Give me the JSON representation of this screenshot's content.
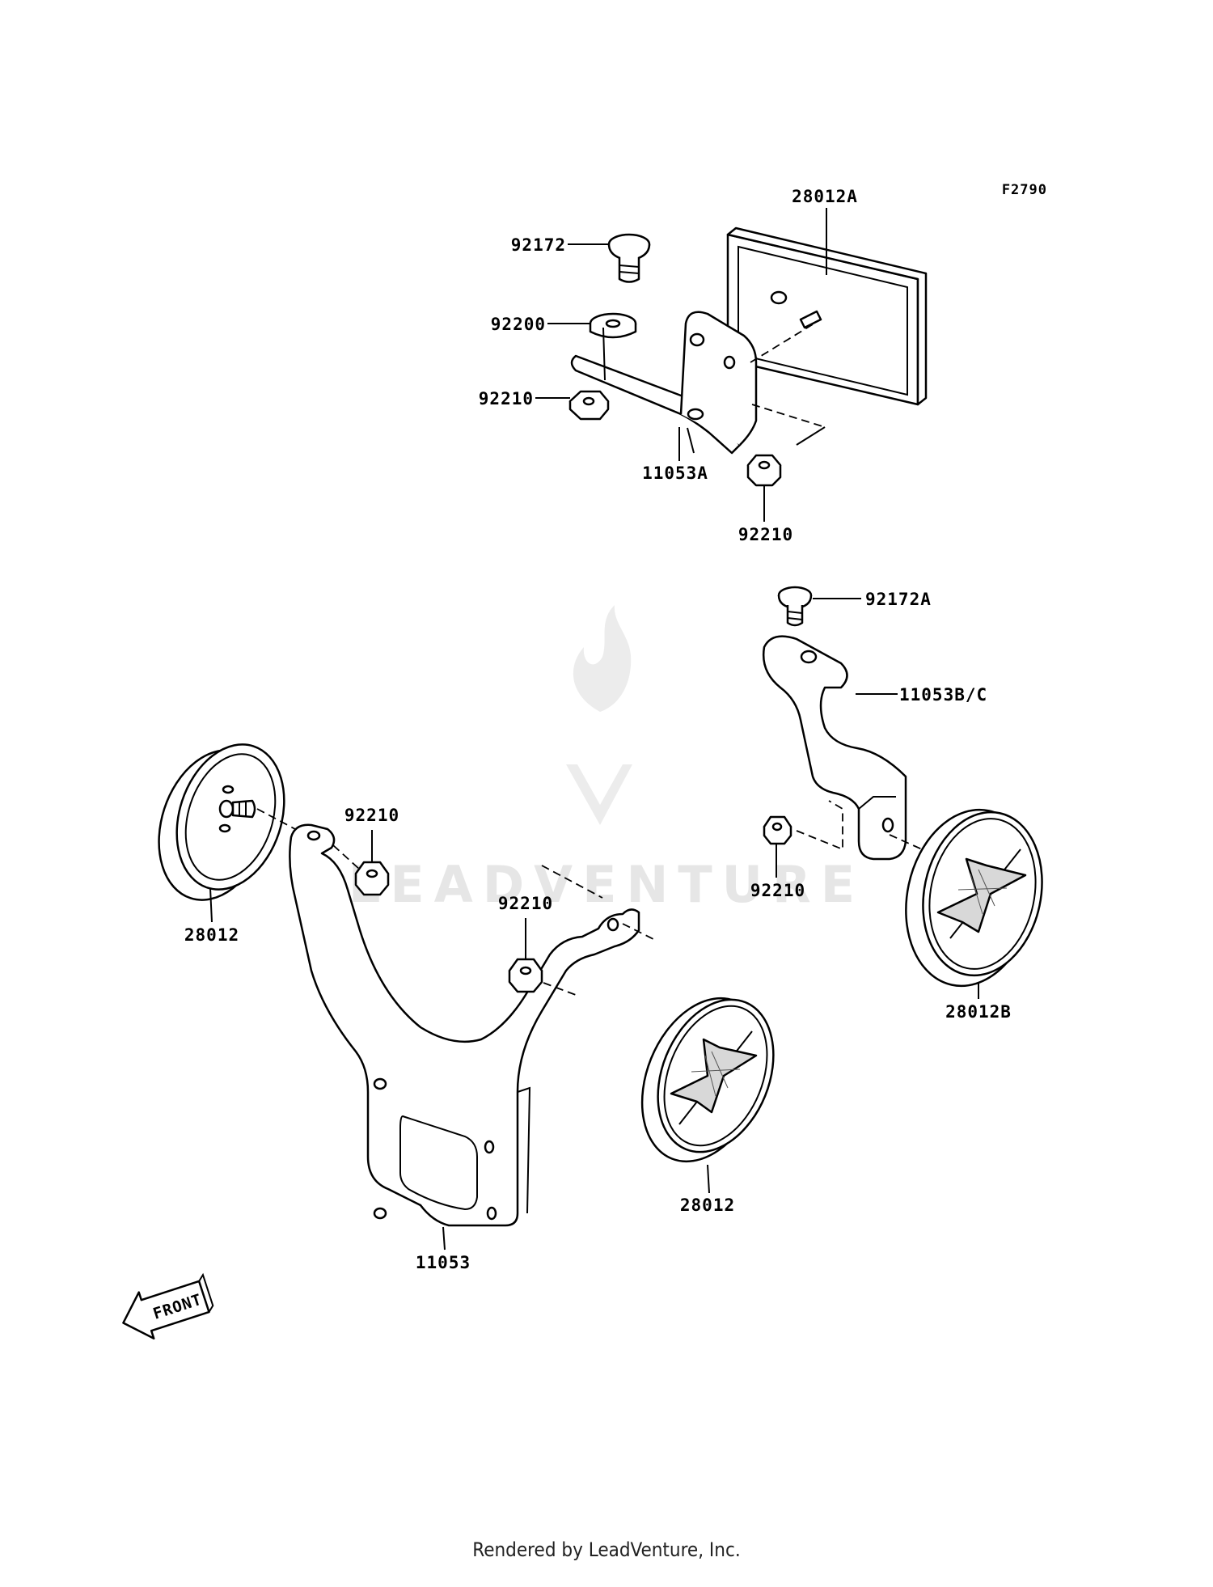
{
  "figure_code": "F2790",
  "watermark": "LEADVENTURE",
  "footer": "Rendered by LeadVenture, Inc.",
  "front_arrow": "FRONT",
  "callouts": {
    "c28012A": "28012A",
    "c92172": "92172",
    "c92200": "92200",
    "c92210_top": "92210",
    "c11053A": "11053A",
    "c92210_nut": "92210",
    "c92172A": "92172A",
    "c11053BC": "11053B/C",
    "c92210_right": "92210",
    "c28012B": "28012B",
    "c28012_left": "28012",
    "c92210_left": "92210",
    "c92210_mid": "92210",
    "c28012_mid": "28012",
    "c11053": "11053"
  }
}
